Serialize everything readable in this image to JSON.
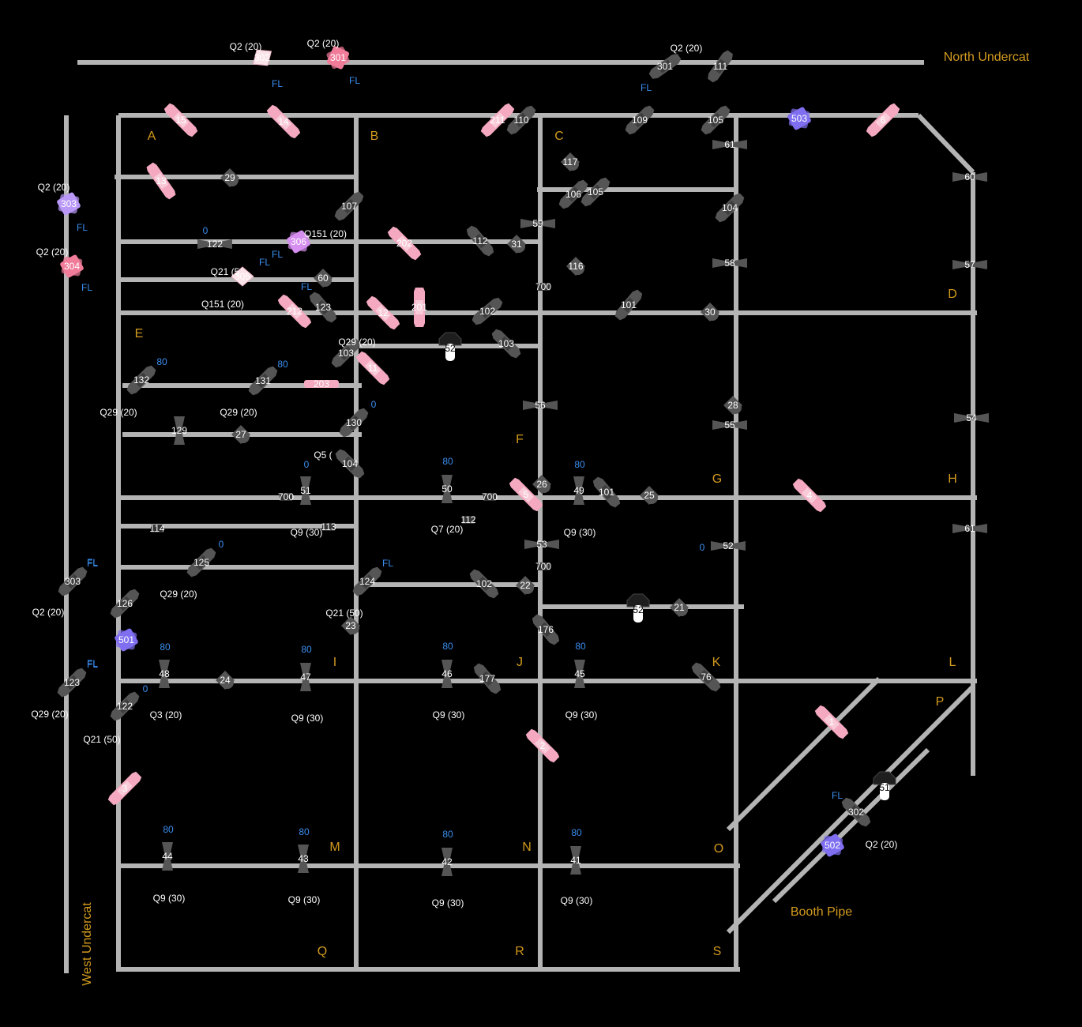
{
  "colors": {
    "background": "#000000",
    "pipe": "#b4b4b4",
    "label_area": "#d29a1e",
    "label_white": "#ffffff",
    "label_blue": "#3a8ef0",
    "device_gray": "#555555",
    "device_pink": "#f4a9c0",
    "device_pink_dark": "#f07c99",
    "device_pink_light": "#fbe3ea",
    "device_purple": "#7f6ff0",
    "device_lavender": "#b998f8",
    "device_mauve": "#d58ef0",
    "device_white": "#ffffff"
  },
  "area_labels": [
    {
      "key": "north",
      "text": "North Undercat"
    },
    {
      "key": "west",
      "text": "West Undercat"
    },
    {
      "key": "booth",
      "text": "Booth Pipe"
    },
    {
      "key": "A",
      "text": "A"
    },
    {
      "key": "B",
      "text": "B"
    },
    {
      "key": "C",
      "text": "C"
    },
    {
      "key": "D",
      "text": "D"
    },
    {
      "key": "E",
      "text": "E"
    },
    {
      "key": "F",
      "text": "F"
    },
    {
      "key": "G",
      "text": "G"
    },
    {
      "key": "H",
      "text": "H"
    },
    {
      "key": "I",
      "text": "I"
    },
    {
      "key": "J",
      "text": "J"
    },
    {
      "key": "K",
      "text": "K"
    },
    {
      "key": "L",
      "text": "L"
    },
    {
      "key": "M",
      "text": "M"
    },
    {
      "key": "N",
      "text": "N"
    },
    {
      "key": "O",
      "text": "O"
    },
    {
      "key": "P",
      "text": "P"
    },
    {
      "key": "Q",
      "text": "Q"
    },
    {
      "key": "R",
      "text": "R"
    },
    {
      "key": "S",
      "text": "S"
    }
  ],
  "devices": [
    {
      "key": "n302",
      "num": "302",
      "style": "white-diamond",
      "sub": "Q2 (20)"
    },
    {
      "key": "n301a",
      "num": "301",
      "style": "pink-dark",
      "sub": "Q2 (20)"
    },
    {
      "key": "n301b",
      "num": "301",
      "style": "gray",
      "sub": "Q2 (20)"
    },
    {
      "key": "n111",
      "num": "111",
      "style": "gray"
    },
    {
      "key": "d15",
      "num": "15",
      "style": "pink"
    },
    {
      "key": "d14",
      "num": "14",
      "style": "pink"
    },
    {
      "key": "d211",
      "num": "211",
      "style": "pink"
    },
    {
      "key": "d110",
      "num": "110",
      "style": "gray"
    },
    {
      "key": "d109",
      "num": "109",
      "style": "gray"
    },
    {
      "key": "d105a",
      "num": "105",
      "style": "gray"
    },
    {
      "key": "d503",
      "num": "503",
      "style": "purple"
    },
    {
      "key": "d6",
      "num": "6",
      "style": "pink"
    },
    {
      "key": "d61a",
      "num": "61",
      "style": "gray"
    },
    {
      "key": "d60a",
      "num": "60",
      "style": "gray"
    },
    {
      "key": "d117",
      "num": "117",
      "style": "gray"
    },
    {
      "key": "d106",
      "num": "106",
      "style": "gray"
    },
    {
      "key": "d105b",
      "num": "105",
      "style": "gray"
    },
    {
      "key": "d104a",
      "num": "104",
      "style": "gray"
    },
    {
      "key": "d13",
      "num": "13",
      "style": "pink"
    },
    {
      "key": "d29",
      "num": "29",
      "style": "gray"
    },
    {
      "key": "d303a",
      "num": "303",
      "style": "lavender",
      "sub": "Q2 (20)"
    },
    {
      "key": "d107",
      "num": "107",
      "style": "gray"
    },
    {
      "key": "d122a",
      "num": "122",
      "style": "gray",
      "top": "0"
    },
    {
      "key": "d306",
      "num": "306",
      "style": "mauve",
      "sub": "Q151 (20)"
    },
    {
      "key": "d202",
      "num": "202",
      "style": "pink"
    },
    {
      "key": "d112a",
      "num": "112",
      "style": "gray"
    },
    {
      "key": "d31",
      "num": "31",
      "style": "gray"
    },
    {
      "key": "d59",
      "num": "59",
      "style": "gray"
    },
    {
      "key": "d304",
      "num": "304",
      "style": "pink-dark",
      "sub": "Q2 (20)"
    },
    {
      "key": "d305",
      "num": "305",
      "style": "white-diamond",
      "sub": "Q21 (5"
    },
    {
      "key": "d60b",
      "num": "60",
      "style": "gray"
    },
    {
      "key": "d116",
      "num": "116",
      "style": "gray"
    },
    {
      "key": "d58",
      "num": "58",
      "style": "gray"
    },
    {
      "key": "d57",
      "num": "57",
      "style": "gray"
    },
    {
      "key": "d700a",
      "num": "700",
      "style": "gray"
    },
    {
      "key": "d212",
      "num": "212",
      "style": "pink",
      "sub": "Q151 (20)"
    },
    {
      "key": "d123a",
      "num": "123",
      "style": "gray"
    },
    {
      "key": "d12",
      "num": "12",
      "style": "pink"
    },
    {
      "key": "d201",
      "num": "201",
      "style": "pink"
    },
    {
      "key": "d102a",
      "num": "102",
      "style": "gray"
    },
    {
      "key": "d101a",
      "num": "101",
      "style": "gray"
    },
    {
      "key": "d30",
      "num": "30",
      "style": "gray"
    },
    {
      "key": "d103a",
      "num": "103",
      "style": "gray",
      "sub": "Q29 (20)"
    },
    {
      "key": "d52a",
      "num": "52",
      "style": "white-box"
    },
    {
      "key": "d103b",
      "num": "103",
      "style": "gray"
    },
    {
      "key": "d11",
      "num": "11",
      "style": "pink"
    },
    {
      "key": "d132",
      "num": "132",
      "style": "gray",
      "top": "80",
      "sub": "Q29 (20)"
    },
    {
      "key": "d131",
      "num": "131",
      "style": "gray",
      "top": "80",
      "sub": "Q29 (20)"
    },
    {
      "key": "d203",
      "num": "203",
      "style": "pink"
    },
    {
      "key": "d56",
      "num": "56",
      "style": "gray"
    },
    {
      "key": "d28",
      "num": "28",
      "style": "gray"
    },
    {
      "key": "d54",
      "num": "54",
      "style": "gray"
    },
    {
      "key": "d129",
      "num": "129",
      "style": "gray"
    },
    {
      "key": "d27",
      "num": "27",
      "style": "gray"
    },
    {
      "key": "d130",
      "num": "130",
      "style": "gray",
      "top": "0"
    },
    {
      "key": "d55",
      "num": "55",
      "style": "gray"
    },
    {
      "key": "d104b",
      "num": "104",
      "style": "gray",
      "sub": "Q5 ("
    },
    {
      "key": "d51a",
      "num": "51",
      "style": "gray",
      "top": "0"
    },
    {
      "key": "d700b",
      "num": "700",
      "style": "gray"
    },
    {
      "key": "d50",
      "num": "50",
      "style": "gray",
      "top": "80"
    },
    {
      "key": "d700c",
      "num": "700",
      "style": "gray"
    },
    {
      "key": "d5",
      "num": "5",
      "style": "pink"
    },
    {
      "key": "d26",
      "num": "26",
      "style": "gray"
    },
    {
      "key": "d49",
      "num": "49",
      "style": "gray",
      "top": "80",
      "sub": "Q9 (30)"
    },
    {
      "key": "d101b",
      "num": "101",
      "style": "gray"
    },
    {
      "key": "d25",
      "num": "25",
      "style": "gray"
    },
    {
      "key": "d4",
      "num": "4",
      "style": "pink"
    },
    {
      "key": "d114",
      "num": "114",
      "style": "gray"
    },
    {
      "key": "d113",
      "num": "113",
      "style": "gray",
      "sub": "Q9 (30)"
    },
    {
      "key": "d112b",
      "num": "112",
      "style": "gray",
      "sub": "Q7 (20)"
    },
    {
      "key": "d61b",
      "num": "61",
      "style": "gray"
    },
    {
      "key": "d53",
      "num": "53",
      "style": "gray"
    },
    {
      "key": "d52b",
      "num": "52",
      "style": "gray",
      "top": "0"
    },
    {
      "key": "d125",
      "num": "125",
      "style": "gray",
      "top": "0",
      "sub": "Q29 (20)"
    },
    {
      "key": "d700d",
      "num": "700",
      "style": "gray"
    },
    {
      "key": "d303b",
      "num": "303",
      "style": "gray",
      "top": "FL",
      "sub": "Q2 (20)"
    },
    {
      "key": "d124",
      "num": "124",
      "style": "gray",
      "top": "FL"
    },
    {
      "key": "d102b",
      "num": "102",
      "style": "gray"
    },
    {
      "key": "d22",
      "num": "22",
      "style": "gray"
    },
    {
      "key": "d126",
      "num": "126",
      "style": "gray"
    },
    {
      "key": "d52c",
      "num": "52",
      "style": "white-box"
    },
    {
      "key": "d21",
      "num": "21",
      "style": "gray"
    },
    {
      "key": "d23",
      "num": "23",
      "style": "gray",
      "sub": "Q21 (50)"
    },
    {
      "key": "d176",
      "num": "176",
      "style": "gray"
    },
    {
      "key": "d501",
      "num": "501",
      "style": "purple"
    },
    {
      "key": "d48",
      "num": "48",
      "style": "gray",
      "top": "80",
      "sub": "Q3 (20)"
    },
    {
      "key": "d24",
      "num": "24",
      "style": "gray"
    },
    {
      "key": "d47",
      "num": "47",
      "style": "gray",
      "top": "80",
      "sub": "Q9 (30)"
    },
    {
      "key": "d46",
      "num": "46",
      "style": "gray",
      "top": "80",
      "sub": "Q9 (30)"
    },
    {
      "key": "d177",
      "num": "177",
      "style": "gray"
    },
    {
      "key": "d45",
      "num": "45",
      "style": "gray",
      "top": "80",
      "sub": "Q9 (30)"
    },
    {
      "key": "d76",
      "num": "76",
      "style": "gray"
    },
    {
      "key": "d123b",
      "num": "123",
      "style": "gray",
      "top": "FL",
      "sub": "Q29 (20)"
    },
    {
      "key": "d122b",
      "num": "122",
      "style": "gray",
      "top": "0",
      "sub": "Q21 (50)"
    },
    {
      "key": "d1",
      "num": "1",
      "style": "pink"
    },
    {
      "key": "d2",
      "num": "2",
      "style": "pink"
    },
    {
      "key": "d51b",
      "num": "51",
      "style": "white-box"
    },
    {
      "key": "d302b",
      "num": "302",
      "style": "gray",
      "top": "FL"
    },
    {
      "key": "d502",
      "num": "502",
      "style": "purple",
      "sub": "Q2 (20)"
    },
    {
      "key": "d3",
      "num": "3",
      "style": "pink"
    },
    {
      "key": "d44",
      "num": "44",
      "style": "gray",
      "top": "80",
      "sub": "Q9 (30)"
    },
    {
      "key": "d43",
      "num": "43",
      "style": "gray",
      "top": "80",
      "sub": "Q9 (30)"
    },
    {
      "key": "d42",
      "num": "42",
      "style": "gray",
      "top": "80",
      "sub": "Q9 (30)"
    },
    {
      "key": "d41",
      "num": "41",
      "style": "gray",
      "top": "80",
      "sub": "Q9 (30)"
    }
  ],
  "fl_labels": [
    {
      "key": "fl1",
      "text": "FL"
    },
    {
      "key": "fl2",
      "text": "FL"
    },
    {
      "key": "fl3",
      "text": "FL"
    },
    {
      "key": "fl4",
      "text": "FL"
    },
    {
      "key": "fl5",
      "text": "FL"
    },
    {
      "key": "fl6",
      "text": "FL"
    },
    {
      "key": "fl7",
      "text": "FL"
    },
    {
      "key": "fl8",
      "text": "FL"
    },
    {
      "key": "fl9",
      "text": "FL"
    },
    {
      "key": "fl10",
      "text": "FL"
    }
  ]
}
